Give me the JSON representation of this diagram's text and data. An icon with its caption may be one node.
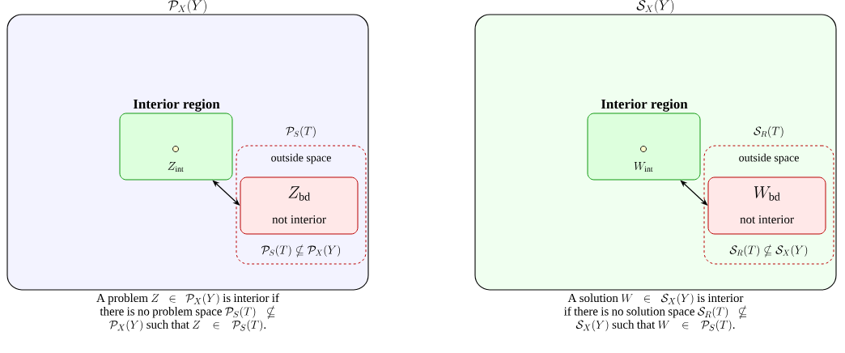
{
  "diagram": {
    "nodes": [
      {
        "text": [
          "\\mathcal{P}_X(Y)"
        ],
        "beside": [
          "{}$A problem $Z \\in \\mathcal{P}_X(Y)$ is interior if there is no problem space $\\mathcal{P}_S(T) \\nsubseteq \\mathcal{P}_X(Y)$ such that $Z \\in \\mathcal{P}_S(T)$.${}"
        ]
      },
      {
        "text": [
          "Interior region",
          "Z_{\\mathrm{int}}"
        ],
        "in": 0
      },
      {
        "text": [
          "\\mathcal{P}_S(T)",
          "outside space",
          "\\mathcal{P}_S(T) \\nsubseteq \\mathcal{P}_X(Y)"
        ],
        "in": 0
      },
      {
        "text": [
          "Z_{\\mathrm{bd}}",
          "not interior"
        ],
        "in": 2
      },
      {
        "text": [
          "\\mathcal{S}_X(Y)"
        ],
        "beside": [
          "{}$A solution $W \\in \\mathcal{S}_X(Y)$ is interior if there is no solution space $\\mathcal{S}_R(T) \\nsubseteq \\mathcal{S}_X(Y)$ such that $W \\in \\mathcal{P}_S(T)$.${}"
        ]
      },
      {
        "text": [
          "Interior region",
          "W_{\\mathrm{int}}"
        ],
        "in": 4
      },
      {
        "text": [
          "\\mathcal{S}_R(T)",
          "outside space",
          "\\mathcal{S}_R(T) \\nsubseteq \\mathcal{S}_X(Y)"
        ],
        "in": 4
      },
      {
        "text": [
          "W_{\\mathrm{bd}}",
          "not interior"
        ],
        "in": 6
      }
    ],
    "edges": [
      {
        "from": 3,
        "to": 1,
        "arrow": "both"
      },
      {
        "from": 7,
        "to": 5,
        "arrow": "both"
      }
    ]
  }
}
